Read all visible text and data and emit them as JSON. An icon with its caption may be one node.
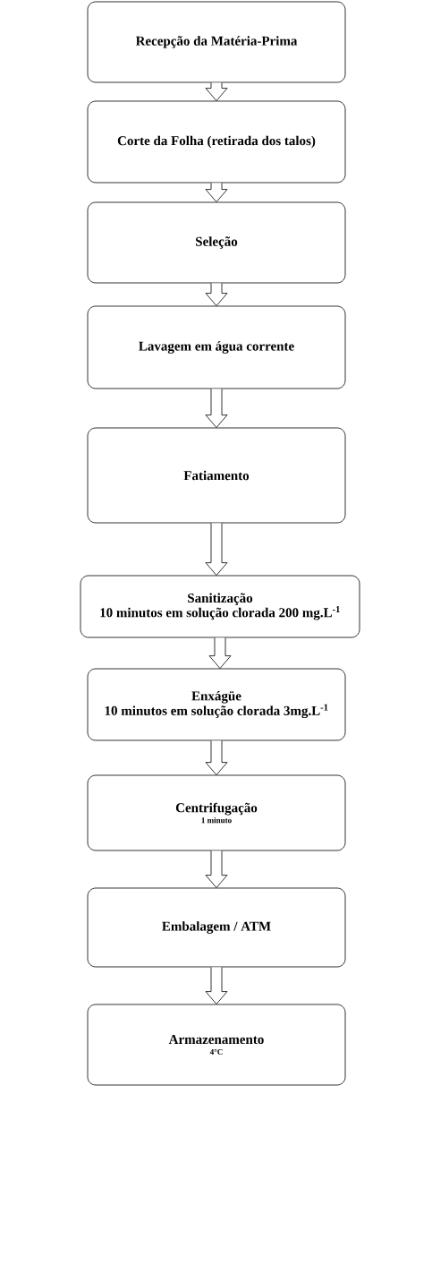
{
  "diagram": {
    "nodes": [
      {
        "text": [
          "Recepção da Matéria-Prima"
        ]
      },
      {
        "text": [
          "Corte da Folha (retirada dos talos)"
        ]
      },
      {
        "text": [
          "Seleção"
        ]
      },
      {
        "text": [
          "Lavagem em água corrente"
        ]
      },
      {
        "text": [
          "Fatiamento"
        ]
      },
      {
        "text": [
          "Sanitização",
          "10 minutos em solução clorada 200 mg.L$^{-1}$"
        ]
      },
      {
        "text": [
          "Enxágüe",
          "10 minutos em solução clorada 3mg.L$^{-1}$"
        ]
      },
      {
        "text": [
          "Centrifugação",
          "1 minuto"
        ]
      },
      {
        "text": [
          "Embalagem / ATM"
        ]
      },
      {
        "text": [
          "Armazenamento",
          "4°C"
        ]
      }
    ],
    "edges": [
      {
        "from": 0,
        "to": 1,
        "arrow": "to"
      },
      {
        "from": 1,
        "to": 2,
        "arrow": "to"
      },
      {
        "from": 2,
        "to": 3,
        "arrow": "to"
      },
      {
        "from": 3,
        "to": 4,
        "arrow": "to"
      },
      {
        "from": 4,
        "to": 5,
        "arrow": "to"
      },
      {
        "from": 5,
        "to": 6,
        "arrow": "to"
      },
      {
        "from": 6,
        "to": 7,
        "arrow": "to"
      },
      {
        "from": 7,
        "to": 8,
        "arrow": "to"
      },
      {
        "from": 8,
        "to": 9,
        "arrow": "to"
      }
    ]
  }
}
